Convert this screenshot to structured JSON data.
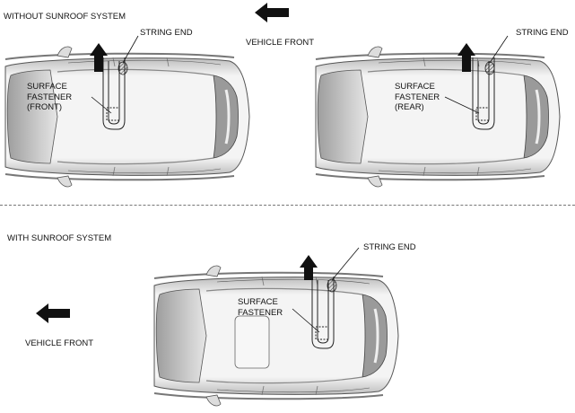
{
  "sections": {
    "without_sunroof": {
      "title": "WITHOUT SUNROOF SYSTEM",
      "vehicle_front": "VEHICLE FRONT",
      "left_car": {
        "string_end": "STRING END",
        "fastener": [
          "SURFACE",
          "FASTENER",
          "(FRONT)"
        ]
      },
      "right_car": {
        "string_end": "STRING END",
        "fastener": [
          "SURFACE",
          "FASTENER",
          "(REAR)"
        ]
      }
    },
    "with_sunroof": {
      "title": "WITH SUNROOF SYSTEM",
      "vehicle_front": "VEHICLE FRONT",
      "car": {
        "string_end": "STRING END",
        "fastener": [
          "SURFACE",
          "FASTENER"
        ]
      }
    }
  },
  "icons": {
    "direction": "arrow-left-icon",
    "pull": "arrow-up-icon"
  }
}
